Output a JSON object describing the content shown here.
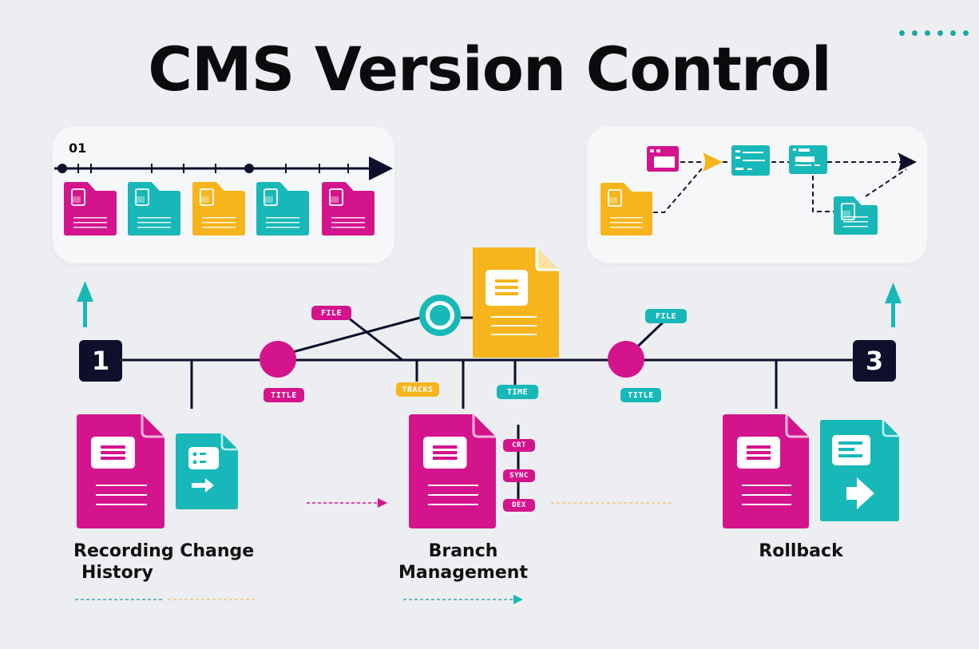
{
  "title": "CMS Version Control",
  "colors": {
    "magenta": "#d4148d",
    "teal": "#18b8b8",
    "yellow": "#f6b51c",
    "navy": "#0d0f2b",
    "background": "#eceef1"
  },
  "left_panel": {
    "number": "01",
    "timeline_files": [
      {
        "color": "magenta",
        "icon": "folder-file-icon"
      },
      {
        "color": "teal",
        "icon": "folder-file-icon"
      },
      {
        "color": "yellow",
        "icon": "folder-file-icon"
      },
      {
        "color": "teal",
        "icon": "folder-file-icon"
      },
      {
        "color": "magenta",
        "icon": "folder-file-icon"
      }
    ]
  },
  "right_panel": {
    "nodes": [
      "browser-window-icon",
      "merge-arrow-icon",
      "card-icon",
      "card-icon",
      "folder-file-icon",
      "end-arrow-icon"
    ]
  },
  "steps": {
    "start": "1",
    "end": "3"
  },
  "timeline_tags": {
    "file_top_left": "FILE",
    "file_top_right": "FILE",
    "below_left": "TITLE",
    "below_center_yellow": "TRACKS",
    "below_center_teal": "TIME",
    "below_right": "TITLE"
  },
  "branch_tags": [
    "CRT",
    "SYNC",
    "DEX"
  ],
  "sections": [
    {
      "heading_line1": "Recording Change",
      "heading_line2": "History"
    },
    {
      "heading_line1": "Branch",
      "heading_line2": "Management"
    },
    {
      "heading_line1": "Rollback",
      "heading_line2": ""
    }
  ]
}
